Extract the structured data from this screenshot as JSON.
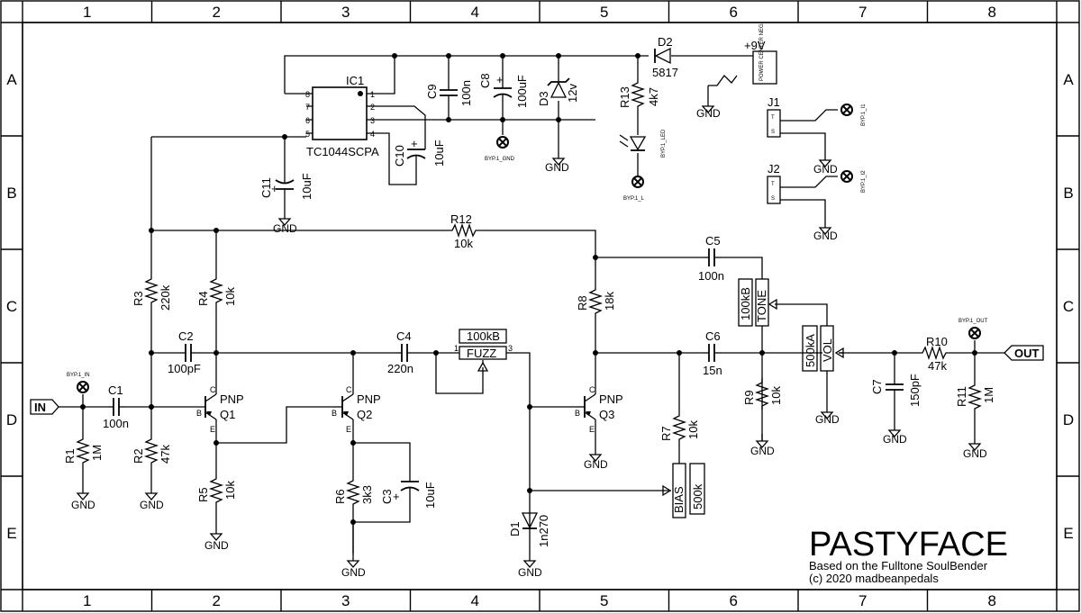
{
  "columns": [
    "1",
    "2",
    "3",
    "4",
    "5",
    "6",
    "7",
    "8"
  ],
  "rows": [
    "A",
    "B",
    "C",
    "D",
    "E"
  ],
  "title": "PASTYFACE",
  "subtitle": "Based on the Fulltone SoulBender",
  "copyright": "(c) 2020 madbeanpedals",
  "ports": {
    "in": "IN",
    "out": "OUT"
  },
  "power_label": "+9V",
  "gnd_label": "GND",
  "ic": {
    "name": "IC1",
    "part": "TC1044SCPA",
    "pins_left": [
      "8",
      "7",
      "6",
      "5"
    ],
    "pins_right": [
      "1",
      "2",
      "3",
      "4"
    ]
  },
  "components": {
    "c1": {
      "ref": "C1",
      "value": "100n"
    },
    "c2": {
      "ref": "C2",
      "value": "100pF"
    },
    "c3": {
      "ref": "C3",
      "value": "10uF"
    },
    "c4": {
      "ref": "C4",
      "value": "220n"
    },
    "c5": {
      "ref": "C5",
      "value": "100n"
    },
    "c6": {
      "ref": "C6",
      "value": "15n"
    },
    "c7": {
      "ref": "C7",
      "value": "150pF"
    },
    "c8": {
      "ref": "C8",
      "value": "100uF"
    },
    "c9": {
      "ref": "C9",
      "value": "100n"
    },
    "c10": {
      "ref": "C10",
      "value": "10uF"
    },
    "c11": {
      "ref": "C11",
      "value": "10uF"
    },
    "r1": {
      "ref": "R1",
      "value": "1M"
    },
    "r2": {
      "ref": "R2",
      "value": "47k"
    },
    "r3": {
      "ref": "R3",
      "value": "220k"
    },
    "r4": {
      "ref": "R4",
      "value": "10k"
    },
    "r5": {
      "ref": "R5",
      "value": "10k"
    },
    "r6": {
      "ref": "R6",
      "value": "3k3"
    },
    "r7": {
      "ref": "R7",
      "value": "10k"
    },
    "r8": {
      "ref": "R8",
      "value": "18k"
    },
    "r9": {
      "ref": "R9",
      "value": "10k"
    },
    "r10": {
      "ref": "R10",
      "value": "47k"
    },
    "r11": {
      "ref": "R11",
      "value": "1M"
    },
    "r12": {
      "ref": "R12",
      "value": "10k"
    },
    "r13": {
      "ref": "R13",
      "value": "4k7"
    },
    "q1": {
      "ref": "Q1",
      "type": "PNP"
    },
    "q2": {
      "ref": "Q2",
      "type": "PNP"
    },
    "q3": {
      "ref": "Q3",
      "type": "PNP"
    },
    "d1": {
      "ref": "D1",
      "value": "1n270"
    },
    "d2": {
      "ref": "D2",
      "value": "5817"
    },
    "d3": {
      "ref": "D3",
      "value": "12v"
    },
    "fuzz": {
      "name": "FUZZ",
      "value": "100kB"
    },
    "tone": {
      "name": "TONE",
      "value": "100kB"
    },
    "vol": {
      "name": "VOL",
      "value": "500kA"
    },
    "bias": {
      "name": "BIAS",
      "value": "500k"
    },
    "j1": {
      "ref": "J1",
      "t": "T",
      "s": "S"
    },
    "j2": {
      "ref": "J2",
      "t": "T",
      "s": "S"
    },
    "dc_jack": {
      "label": "POWER CENTER NEG"
    }
  },
  "test_points": {
    "in": "BYP.1_IN",
    "out": "BYP.1_OUT",
    "gnd": "BYP.1_GND",
    "l": "BYP.1_L",
    "led": "BYP.1_LED",
    "i1": "BYP.1_I1",
    "i2": "BYP.1_I2"
  }
}
